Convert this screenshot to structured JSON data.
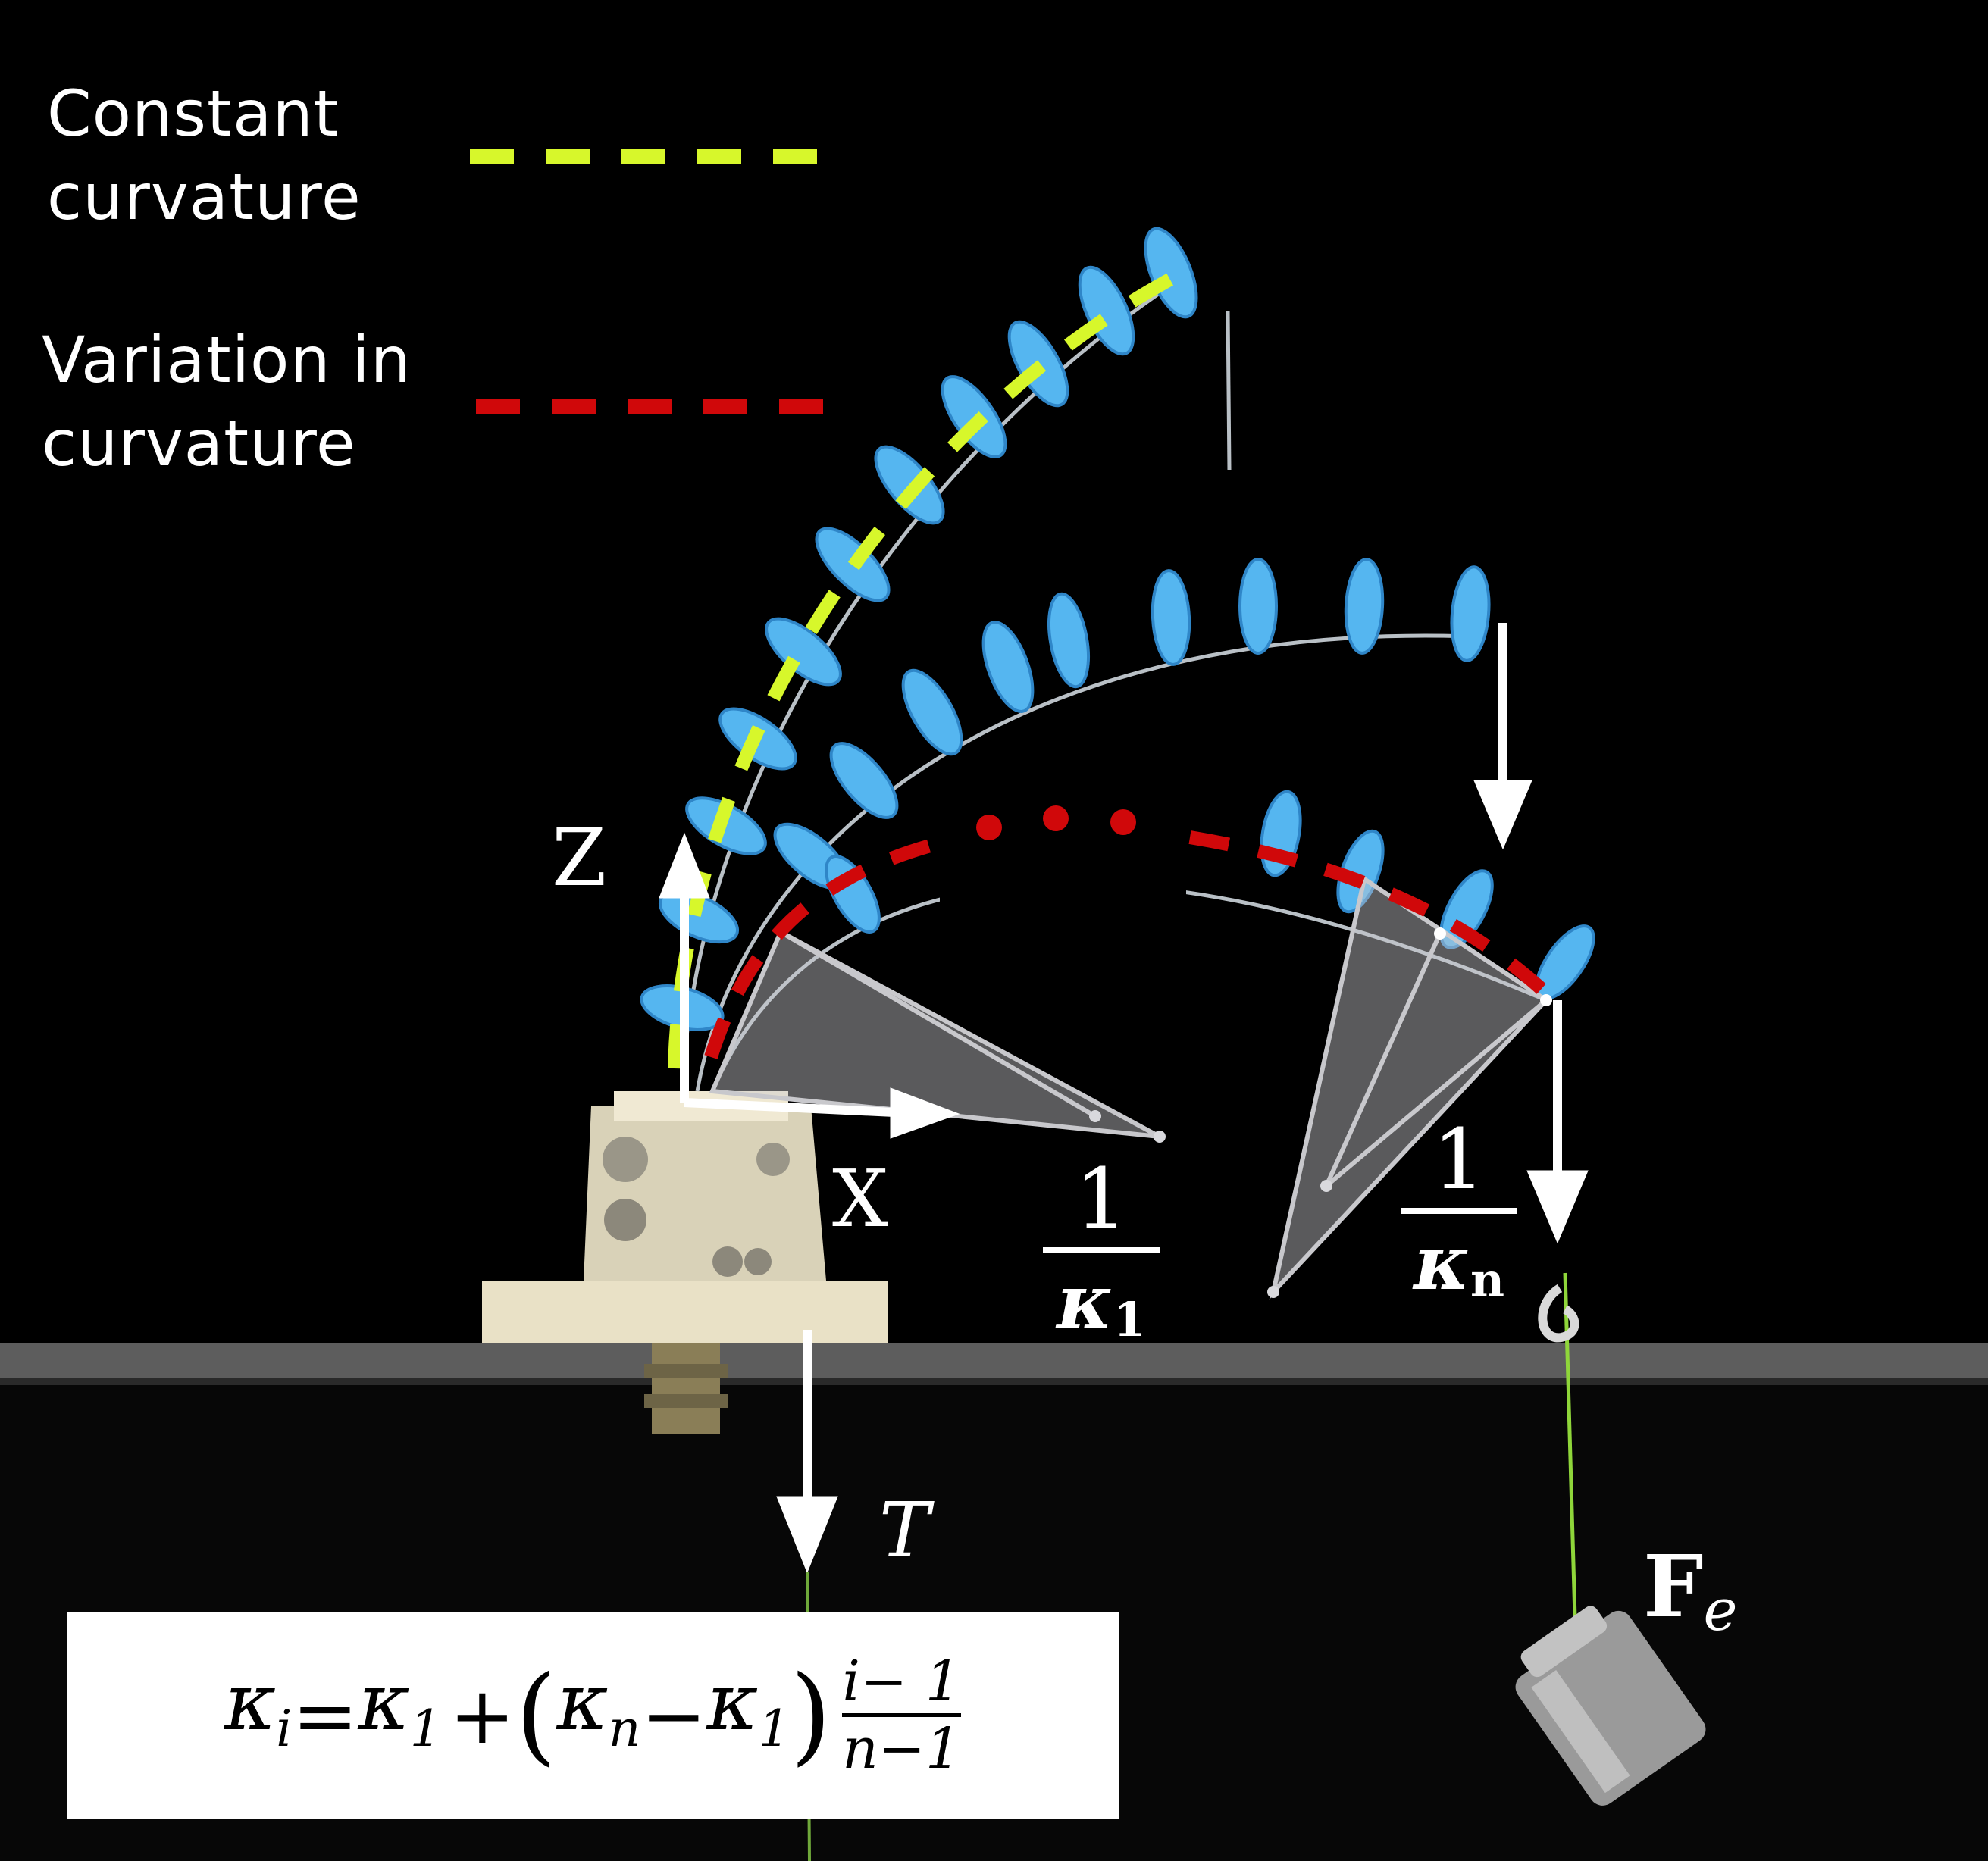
{
  "legend": {
    "constant": {
      "line1": "Constant",
      "line2": "curvature",
      "color": "#d7f72b"
    },
    "variation": {
      "line1": "Variation in",
      "line2": "curvature",
      "color": "#d0080a"
    }
  },
  "axes": {
    "z_label": "Z",
    "x_label": "X"
  },
  "curvature_labels": {
    "first": {
      "numerator": "1",
      "symbol": "κ",
      "index": "1"
    },
    "last": {
      "numerator": "1",
      "symbol": "κ",
      "index": "n"
    }
  },
  "forces": {
    "tension": "T",
    "external_symbol": "F",
    "external_index": "e"
  },
  "formula": {
    "lhs_symbol": "κ",
    "lhs_index": "i",
    "equals": "=",
    "k1_symbol": "κ",
    "k1_index": "1",
    "plus": "+",
    "open_paren": "(",
    "kn_symbol": "κ",
    "kn_index": "n",
    "minus": "−",
    "k1b_symbol": "κ",
    "k1b_index": "1",
    "close_paren": ")",
    "frac_num": "i− 1",
    "frac_den": "n−1"
  },
  "colors": {
    "background": "#000000",
    "segments": "#55b6f0",
    "base_bar": "#4a4a4a",
    "arrows": "#ffffff",
    "cones": "#c8c8cc",
    "hidden_dots": "#d0080a"
  }
}
